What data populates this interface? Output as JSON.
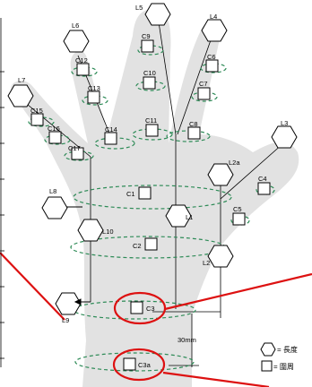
{
  "length_labels": [
    "L1",
    "L2",
    "L2a",
    "L3",
    "L4",
    "L5",
    "L6",
    "L7",
    "L8",
    "L9",
    "L10"
  ],
  "circumference_labels": [
    "C1",
    "C2",
    "C3",
    "C3a",
    "C4",
    "C5",
    "C6",
    "C7",
    "C8",
    "C9",
    "C10",
    "C11",
    "C12",
    "C13",
    "C14",
    "C15",
    "C16",
    "C17"
  ],
  "dimension": "30mm",
  "legend": {
    "length": "= 長度",
    "circumference": "= 圍周"
  },
  "colors": {
    "hand_fill": "#e2e2e2",
    "ring_color": "#2e8b57",
    "highlight": "#dd1111",
    "line": "#000000"
  }
}
